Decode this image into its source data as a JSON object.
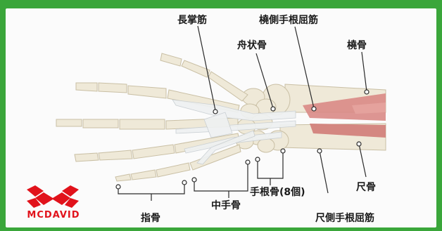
{
  "colors": {
    "background_green": "#3aa63a",
    "panel": "#fbfbfb",
    "bone": "#efe9d8",
    "muscle": "#d98a86",
    "tendon": "#eef1f2",
    "leader": "#2a2a2a",
    "logo_red": "#e1121b"
  },
  "labels": {
    "palmaris_longus": "長掌筋",
    "flexor_carpi_radialis": "橈側手根屈筋",
    "scaphoid": "舟状骨",
    "radius": "橈骨",
    "ulna": "尺骨",
    "carpals": "手根骨(8個)",
    "metacarpals": "中手骨",
    "phalanges": "指骨",
    "flexor_carpi_ulnaris": "尺側手根屈筋"
  },
  "logo": {
    "text": "MCDAVID",
    "icon": "mcdavid-logo-mark"
  }
}
